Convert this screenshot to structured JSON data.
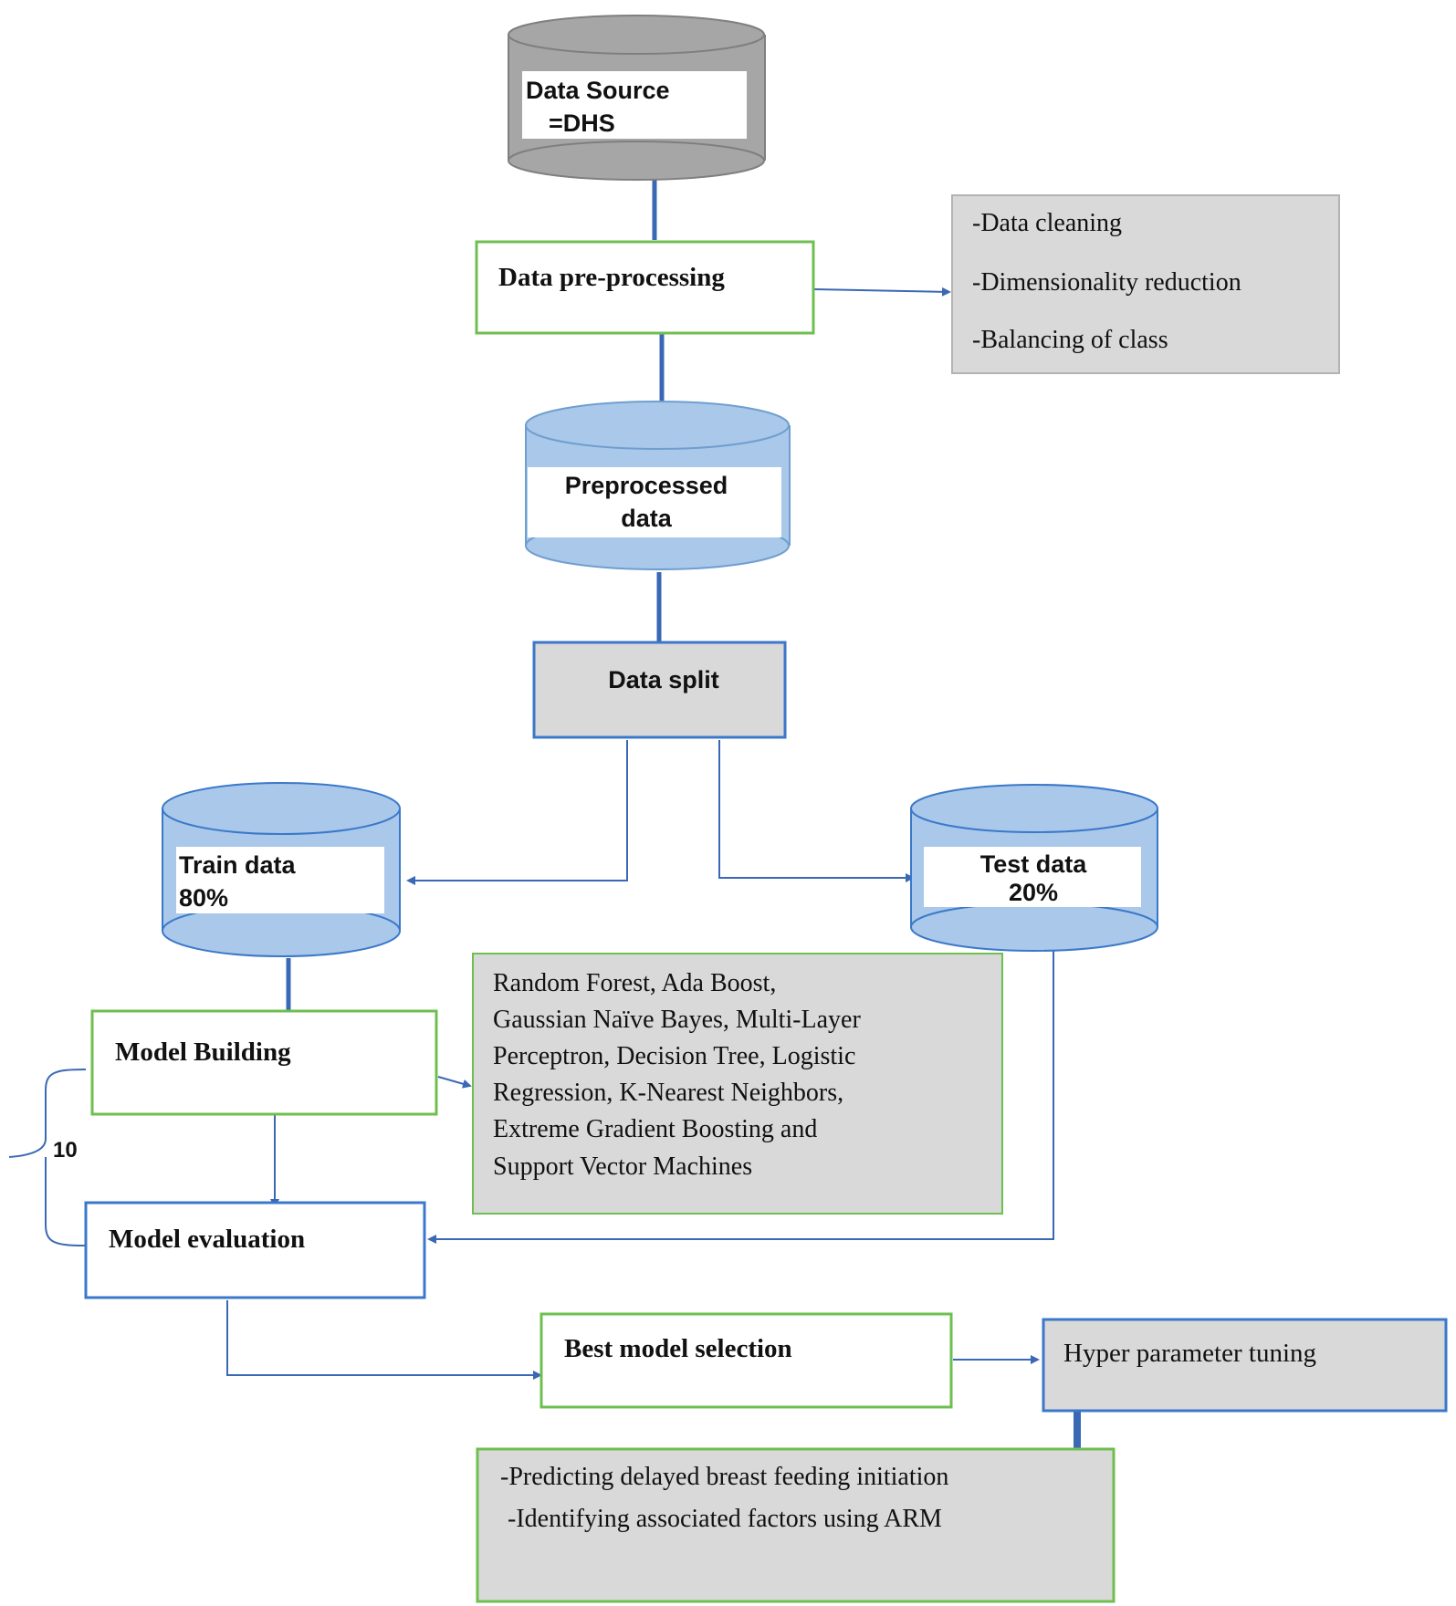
{
  "nodes": {
    "data_source": {
      "lines": [
        "Data Source",
        "=DHS"
      ]
    },
    "preprocessing": {
      "label": "Data pre-processing"
    },
    "preprocessing_steps": {
      "lines": [
        "-Data cleaning",
        "-Dimensionality reduction",
        "-Balancing of class"
      ]
    },
    "preprocessed_data": {
      "lines": [
        "Preprocessed",
        "data"
      ]
    },
    "data_split": {
      "label": "Data split"
    },
    "train_data": {
      "lines": [
        "Train data",
        "80%"
      ]
    },
    "test_data": {
      "lines": [
        "Test data",
        "20%"
      ]
    },
    "model_building": {
      "label": "Model Building"
    },
    "algorithms": {
      "lines": [
        "Random Forest, Ada Boost,",
        "Gaussian Naïve Bayes, Multi-Layer",
        "Perceptron, Decision Tree, Logistic",
        "Regression, K-Nearest Neighbors,",
        "Extreme Gradient Boosting and",
        "Support Vector Machines"
      ]
    },
    "model_evaluation": {
      "label": "Model evaluation"
    },
    "loop_count": {
      "label": "10"
    },
    "best_model": {
      "label": "Best model selection"
    },
    "hyper_tuning": {
      "label": "Hyper parameter tuning"
    },
    "outcomes": {
      "lines": [
        "-Predicting delayed breast feeding initiation",
        "-Identifying associated factors using ARM"
      ]
    }
  },
  "colors": {
    "gray_cylinder": "#a6a6a6",
    "blue_cylinder": "#a9c8ea",
    "green_border": "#6fbf50",
    "blue_border": "#3b78c9",
    "gray_fill": "#d9d9d9",
    "arrow": "#3a68b5"
  }
}
